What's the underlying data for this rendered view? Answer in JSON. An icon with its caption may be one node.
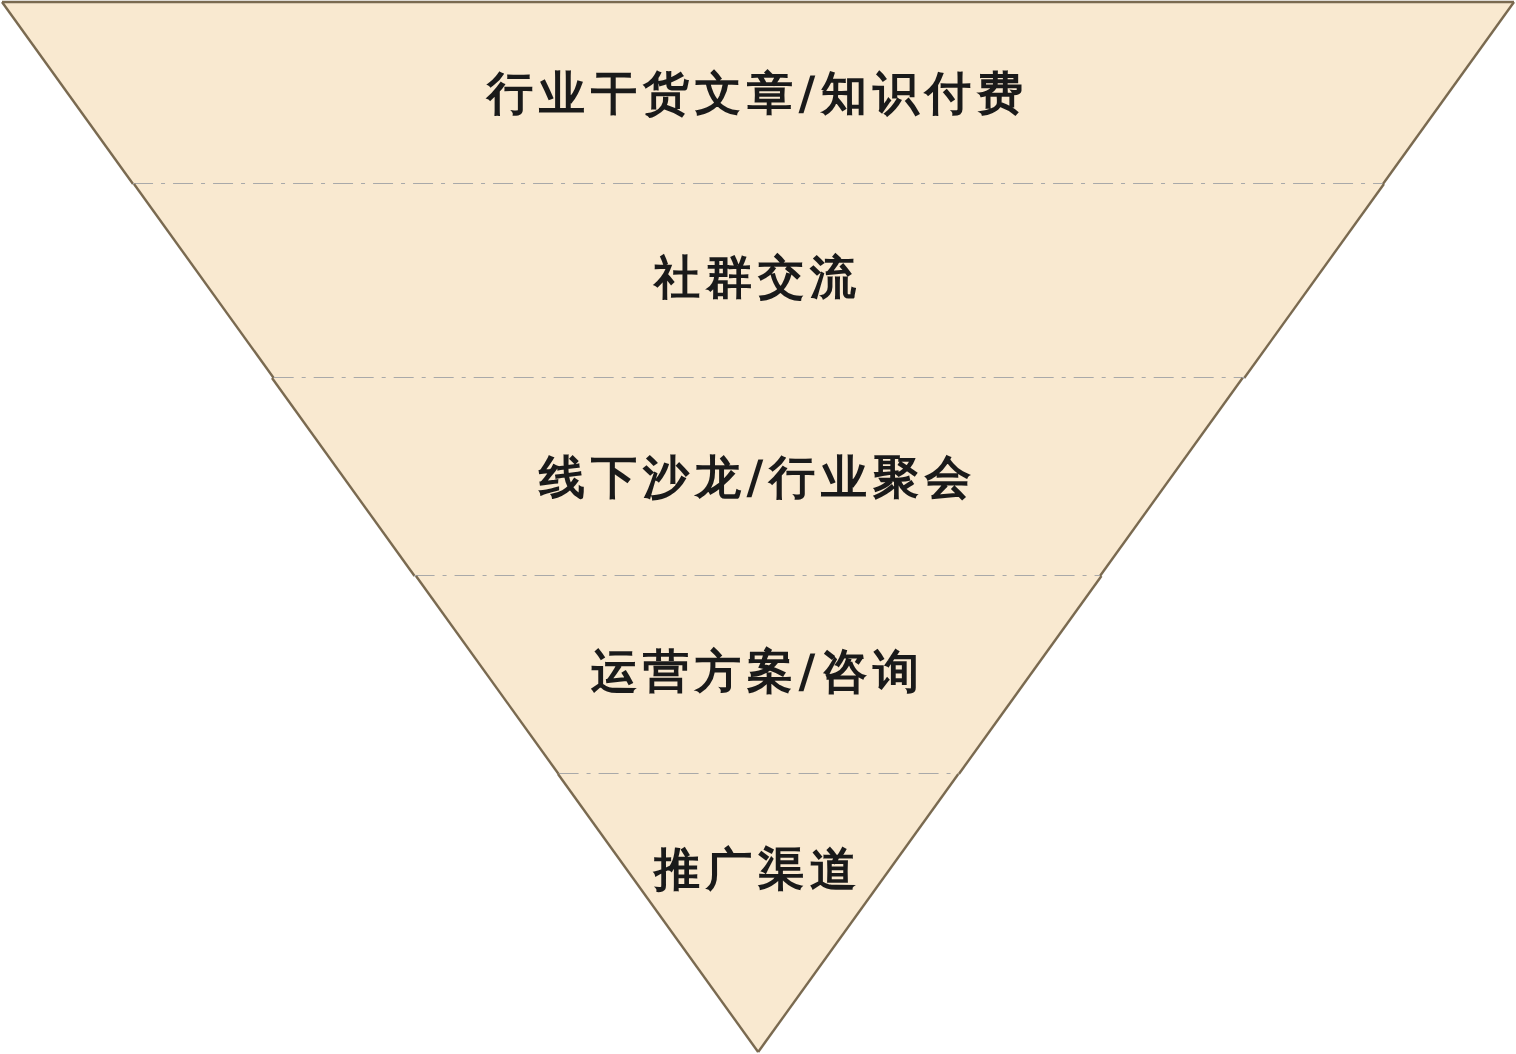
{
  "diagram": {
    "nodes": [
      {
        "text": [
          "行业干货文章/知识付费"
        ]
      },
      {
        "text": [
          "社群交流"
        ]
      },
      {
        "text": [
          "线下沙龙/行业聚会"
        ]
      },
      {
        "text": [
          "运营方案/咨询"
        ]
      },
      {
        "text": [
          "推广渠道"
        ]
      }
    ]
  }
}
